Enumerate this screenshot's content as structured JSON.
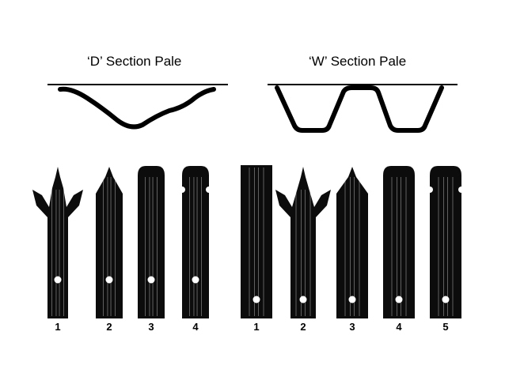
{
  "d_section": {
    "title": "‘D’ Section Pale",
    "pales": [
      {
        "number": "1",
        "top": "triple-point"
      },
      {
        "number": "2",
        "top": "single-point"
      },
      {
        "number": "3",
        "top": "rounded"
      },
      {
        "number": "4",
        "top": "rounded-notched"
      }
    ]
  },
  "w_section": {
    "title": "‘W’ Section Pale",
    "pales": [
      {
        "number": "1",
        "top": "flat"
      },
      {
        "number": "2",
        "top": "triple-point"
      },
      {
        "number": "3",
        "top": "single-point"
      },
      {
        "number": "4",
        "top": "rounded"
      },
      {
        "number": "5",
        "top": "rounded-notched"
      }
    ]
  },
  "colors": {
    "pale": "#0c0c0c",
    "highlight": "#e8e8e8",
    "background": "#ffffff"
  }
}
